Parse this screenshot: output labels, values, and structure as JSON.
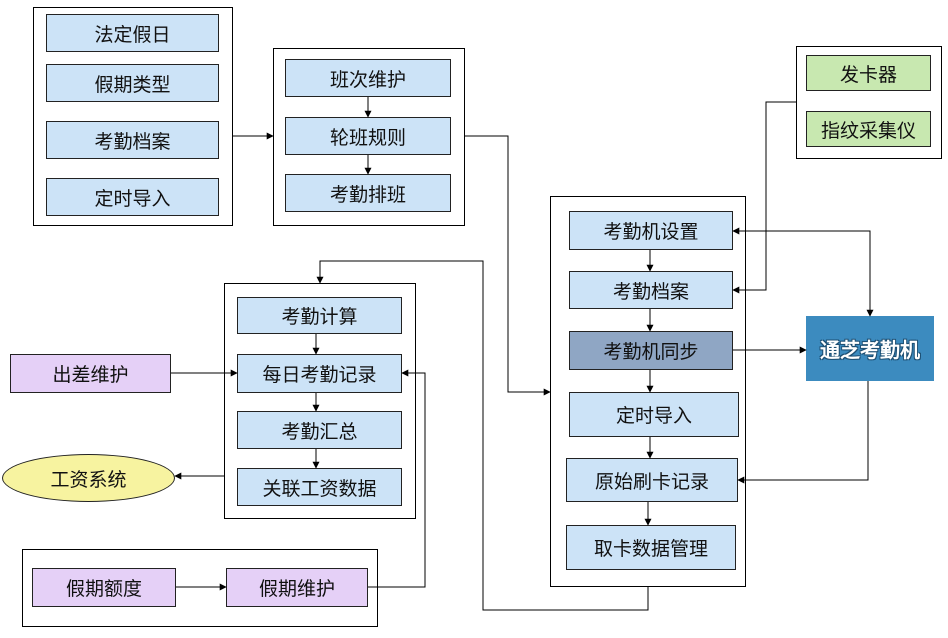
{
  "groups": {
    "holiday": {
      "items": [
        "法定假日",
        "假期类型",
        "考勤档案",
        "定时导入"
      ]
    },
    "shift": {
      "items": [
        "班次维护",
        "轮班规则",
        "考勤排班"
      ]
    },
    "device_peripherals": {
      "items": [
        "发卡器",
        "指纹采集仪"
      ]
    },
    "machine": {
      "items": [
        "考勤机设置",
        "考勤档案",
        "考勤机同步",
        "定时导入",
        "原始刷卡记录",
        "取卡数据管理"
      ]
    },
    "calc": {
      "items": [
        "考勤计算",
        "每日考勤记录",
        "考勤汇总",
        "关联工资数据"
      ]
    },
    "leave": {
      "items": [
        "假期额度",
        "假期维护"
      ]
    }
  },
  "external": {
    "business_trip": "出差维护",
    "payroll": "工资系统",
    "device": "通芝考勤机"
  },
  "colors": {
    "module_fill": "#cce3f7",
    "input_fill": "#e5d0f7",
    "peripheral_fill": "#c8e8b0",
    "sync_fill": "#8fa6c4",
    "payroll_fill": "#f7f3a0",
    "device_fill": "#3c8bbf"
  }
}
